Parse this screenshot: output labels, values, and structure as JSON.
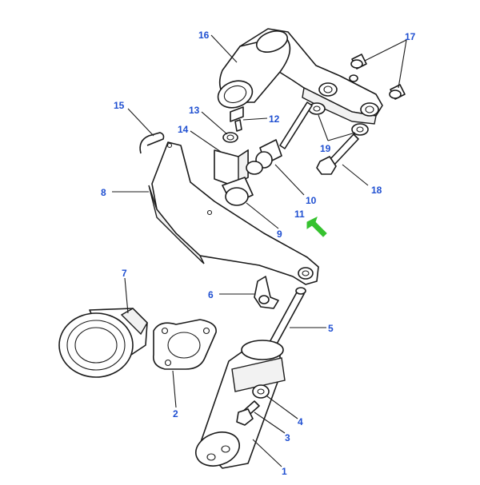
{
  "diagram": {
    "callouts": [
      {
        "id": "1",
        "label": "1"
      },
      {
        "id": "2",
        "label": "2"
      },
      {
        "id": "3",
        "label": "3"
      },
      {
        "id": "4",
        "label": "4"
      },
      {
        "id": "5",
        "label": "5"
      },
      {
        "id": "6",
        "label": "6"
      },
      {
        "id": "7",
        "label": "7"
      },
      {
        "id": "8",
        "label": "8"
      },
      {
        "id": "9",
        "label": "9"
      },
      {
        "id": "10",
        "label": "10"
      },
      {
        "id": "11",
        "label": "11"
      },
      {
        "id": "12",
        "label": "12"
      },
      {
        "id": "13",
        "label": "13"
      },
      {
        "id": "14",
        "label": "14"
      },
      {
        "id": "15",
        "label": "15"
      },
      {
        "id": "16",
        "label": "16"
      },
      {
        "id": "17",
        "label": "17"
      },
      {
        "id": "18",
        "label": "18"
      },
      {
        "id": "19",
        "label": "19"
      }
    ],
    "colors": {
      "callout_text": "#1f4fd1",
      "highlight_arrow": "#36c22f",
      "line": "#1a1a1a"
    },
    "highlight": {
      "target_callout": "11",
      "icon": "green-arrow-icon"
    }
  }
}
